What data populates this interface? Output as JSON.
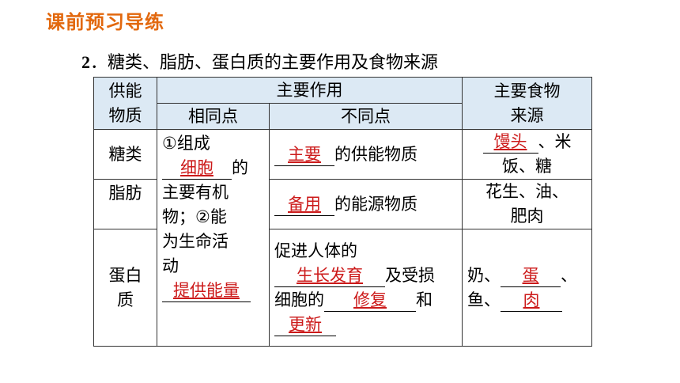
{
  "header": {
    "title": "课前预习导练"
  },
  "question": {
    "number": "2",
    "text": "．糖类、脂肪、蛋白质的主要作用及食物来源"
  },
  "table": {
    "headers": {
      "substance_line1": "供能",
      "substance_line2": "物质",
      "main_function": "主要作用",
      "similarity": "相同点",
      "difference": "不同点",
      "source_line1": "主要食物",
      "source_line2": "来源"
    },
    "rows": {
      "carb": {
        "name": "糖类",
        "diff_answer": "主要",
        "diff_text": "的供能物质",
        "source_answer": "馒头",
        "source_text_1": "、米",
        "source_text_2": "饭、糖"
      },
      "fat": {
        "name": "脂肪",
        "diff_answer": "备用",
        "diff_text": "的能源物质",
        "source_line1": "花生、油、",
        "source_line2": "肥肉"
      },
      "protein": {
        "name_line1": "蛋白",
        "name_line2": "质",
        "diff_text_1": "促进人体的",
        "diff_answer_1": "生长发育",
        "diff_text_2": "及受损",
        "diff_text_3": "细胞的",
        "diff_answer_2": "修复",
        "diff_text_4": "和",
        "diff_answer_3": "更新",
        "source_text_1": "奶、",
        "source_answer_1": "蛋",
        "source_text_2": "、",
        "source_text_3": "鱼、",
        "source_answer_2": "肉"
      }
    },
    "similarity": {
      "text_1": "①组成",
      "answer_1": "细胞",
      "text_2": "的",
      "text_3": "主要有机",
      "text_4": "物；②能",
      "text_5": "为生命活",
      "text_6": "动",
      "answer_2": "提供能量"
    }
  }
}
